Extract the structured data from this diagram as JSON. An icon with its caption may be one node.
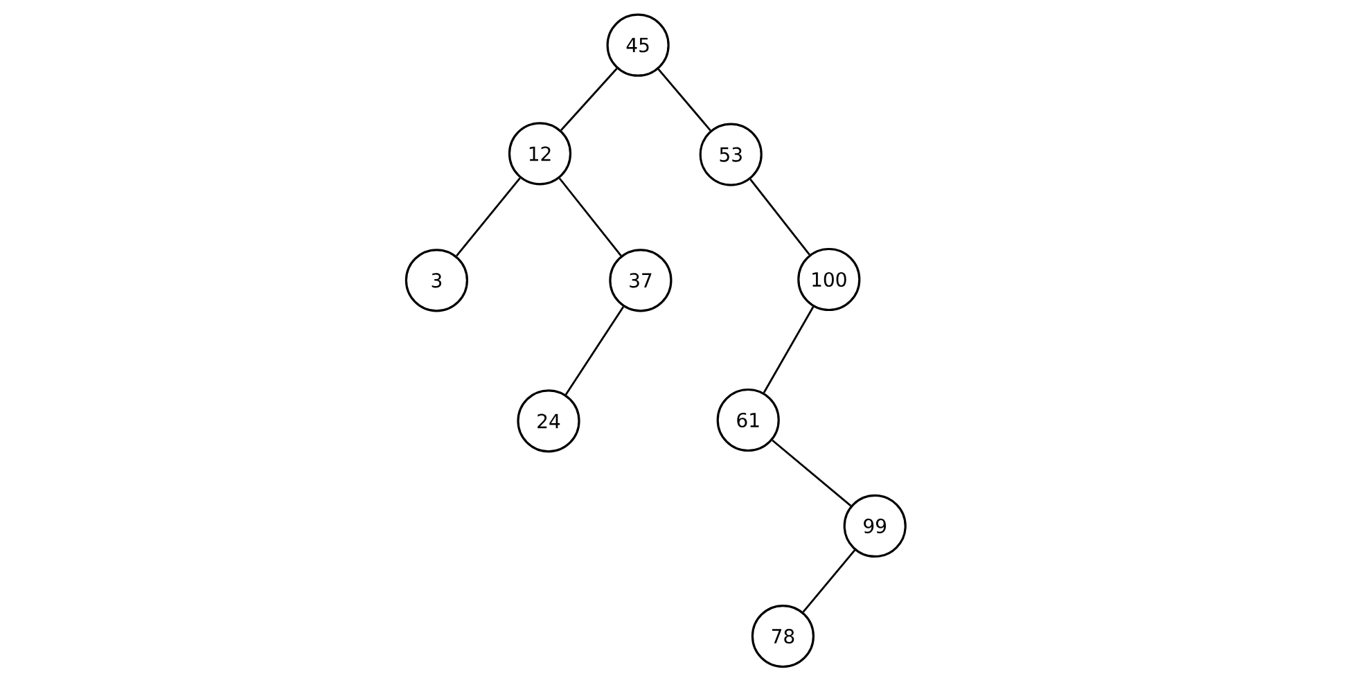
{
  "diagram": {
    "nodes": [
      {
        "text": [
          "45"
        ]
      },
      {
        "text": [
          "12"
        ]
      },
      {
        "text": [
          "53"
        ]
      },
      {
        "text": [
          "3"
        ]
      },
      {
        "text": [
          "37"
        ]
      },
      {
        "text": [
          "100"
        ]
      },
      {
        "text": [
          "24"
        ]
      },
      {
        "text": [
          "61"
        ]
      },
      {
        "text": [
          "99"
        ]
      },
      {
        "text": [
          "78"
        ]
      }
    ],
    "edges": [
      {
        "from": 0,
        "to": 1,
        "arrow": "none"
      },
      {
        "from": 0,
        "to": 2,
        "arrow": "none"
      },
      {
        "from": 1,
        "to": 3,
        "arrow": "none"
      },
      {
        "from": 1,
        "to": 4,
        "arrow": "none"
      },
      {
        "from": 2,
        "to": 5,
        "arrow": "none"
      },
      {
        "from": 4,
        "to": 6,
        "arrow": "none"
      },
      {
        "from": 5,
        "to": 7,
        "arrow": "none"
      },
      {
        "from": 7,
        "to": 8,
        "arrow": "none"
      },
      {
        "from": 8,
        "to": 9,
        "arrow": "none"
      }
    ]
  }
}
